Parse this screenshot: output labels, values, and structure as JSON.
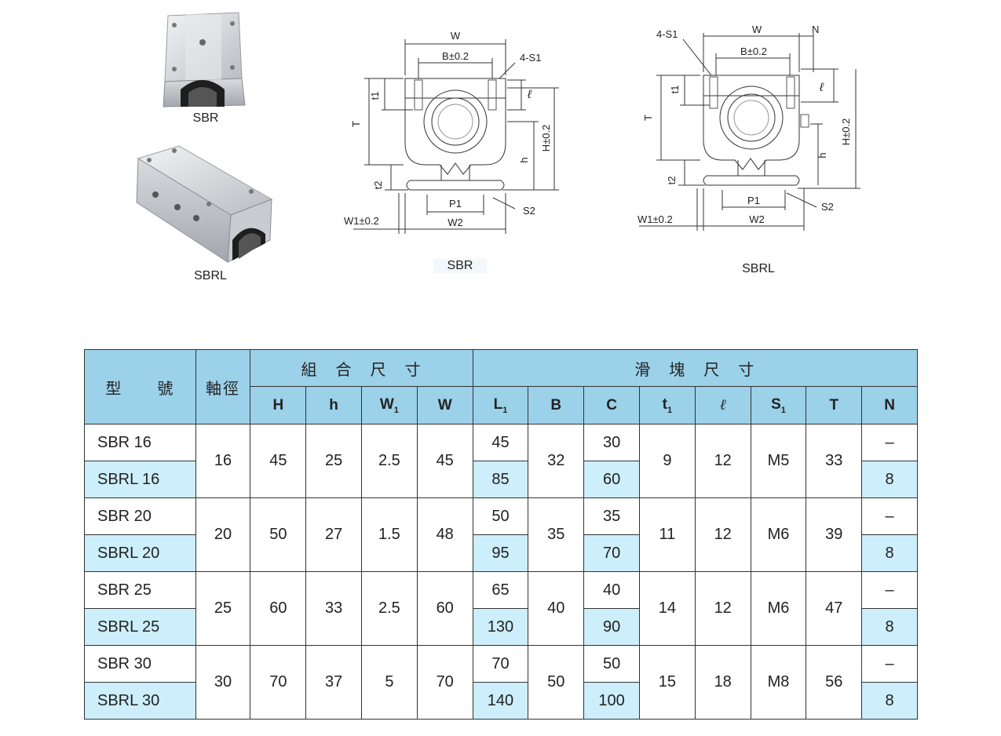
{
  "photos": {
    "sbr_label": "SBR",
    "sbrl_label": "SBRL"
  },
  "drawing_sbr": {
    "caption": "SBR",
    "labels": {
      "W": "W",
      "B": "B±0.2",
      "S1": "4-S1",
      "t1": "t1",
      "l": "ℓ",
      "T": "T",
      "h": "h",
      "H": "H±0.2",
      "t2": "t2",
      "P1": "P1",
      "S2": "S2",
      "W1": "W1±0.2",
      "W2": "W2"
    }
  },
  "drawing_sbrl": {
    "caption": "SBRL",
    "labels": {
      "S1": "4-S1",
      "W": "W",
      "N": "N",
      "B": "B±0.2",
      "t1": "t1",
      "l": "ℓ",
      "T": "T",
      "H": "H±0.2",
      "h": "h",
      "t2": "t2",
      "P1": "P1",
      "S2": "S2",
      "W1": "W1±0.2",
      "W2": "W2"
    }
  },
  "table": {
    "header": {
      "model": "型　　號",
      "shaft": "軸徑",
      "assembly": "組　合　尺　寸",
      "block": "滑　塊　尺　寸"
    },
    "columns": {
      "H": "H",
      "h": "h",
      "W1": "W",
      "W1_sub": "1",
      "W": "W",
      "L1": "L",
      "L1_sub": "1",
      "B": "B",
      "C": "C",
      "t1": "t",
      "t1_sub": "1",
      "l": "ℓ",
      "S1": "S",
      "S1_sub": "1",
      "T": "T",
      "N": "N"
    },
    "groups": [
      {
        "sbr": "SBR 16",
        "sbrl": "SBRL 16",
        "shaft": "16",
        "H": "45",
        "h": "25",
        "W1": "2.5",
        "W": "45",
        "L1_sbr": "45",
        "L1_sbrl": "85",
        "B": "32",
        "C_sbr": "30",
        "C_sbrl": "60",
        "t1": "9",
        "l": "12",
        "S1": "M5",
        "T": "33",
        "N_sbr": "–",
        "N_sbrl": "8"
      },
      {
        "sbr": "SBR 20",
        "sbrl": "SBRL 20",
        "shaft": "20",
        "H": "50",
        "h": "27",
        "W1": "1.5",
        "W": "48",
        "L1_sbr": "50",
        "L1_sbrl": "95",
        "B": "35",
        "C_sbr": "35",
        "C_sbrl": "70",
        "t1": "11",
        "l": "12",
        "S1": "M6",
        "T": "39",
        "N_sbr": "–",
        "N_sbrl": "8"
      },
      {
        "sbr": "SBR 25",
        "sbrl": "SBRL 25",
        "shaft": "25",
        "H": "60",
        "h": "33",
        "W1": "2.5",
        "W": "60",
        "L1_sbr": "65",
        "L1_sbrl": "130",
        "B": "40",
        "C_sbr": "40",
        "C_sbrl": "90",
        "t1": "14",
        "l": "12",
        "S1": "M6",
        "T": "47",
        "N_sbr": "–",
        "N_sbrl": "8"
      },
      {
        "sbr": "SBR 30",
        "sbrl": "SBRL 30",
        "shaft": "30",
        "H": "70",
        "h": "37",
        "W1": "5",
        "W": "70",
        "L1_sbr": "70",
        "L1_sbrl": "140",
        "B": "50",
        "C_sbr": "50",
        "C_sbrl": "100",
        "t1": "15",
        "l": "18",
        "S1": "M8",
        "T": "56",
        "N_sbr": "–",
        "N_sbrl": "8"
      }
    ]
  }
}
